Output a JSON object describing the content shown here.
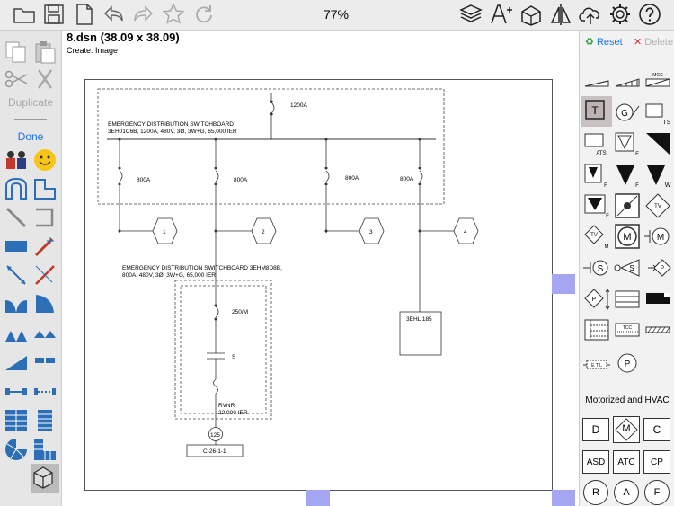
{
  "toolbar": {
    "zoom_level": "77%",
    "left_icons": [
      "folder-icon",
      "save-icon",
      "new-document-icon",
      "undo-icon",
      "redo-icon",
      "favorite-star-icon",
      "refresh-icon"
    ],
    "right_icons": [
      "layers-icon",
      "text-size-icon",
      "insert-box-icon",
      "flip-icon",
      "cloud-upload-icon",
      "gear-icon",
      "help-icon"
    ]
  },
  "document": {
    "title": "8.dsn (38.09 x 38.09)",
    "subtitle": "Create: Image"
  },
  "left_panel": {
    "duplicate_label": "Duplicate",
    "done_label": "Done"
  },
  "diagram": {
    "switchboard1": {
      "line1": "EMERGENCY DISTRIBUTION SWITCHBOARD",
      "line2": "3EH01C6B, 1200A, 480V, 3Ø, 3W+G, 65,000 IER",
      "main_breaker": "1200A",
      "breakers": [
        "800A",
        "800A",
        "800A",
        "800A"
      ],
      "feeders": [
        "1",
        "2",
        "3",
        "4"
      ]
    },
    "switchboard2": {
      "line1": "EMERGENCY DISTRIBUTION SWITCHBOARD 3EHM8D8B,",
      "line2": "800A, 480V, 3Ø, 3W+G, 65,000 IER",
      "breaker": "250/M",
      "contactor": "S",
      "starter_line1": "RVNR",
      "starter_line2": "22,000 IER",
      "motor": "125",
      "motor_label": "C-26-1-1"
    },
    "panel_label": "3EHL 185"
  },
  "right_panel": {
    "reset_label": "Reset",
    "delete_label": "Delete",
    "section_label": "Motorized and HVAC",
    "keys_row1": [
      "D",
      "M",
      "C"
    ],
    "keys_row2": [
      "ASD",
      "ATC",
      "CP"
    ],
    "keys_row3": [
      "R",
      "A",
      "F"
    ],
    "sym_ts": "TS",
    "sym_ats": "ATS",
    "sym_f": "F",
    "sym_w": "W",
    "sym_m": "M",
    "sym_tv": "TV",
    "sym_t": "T",
    "sym_g": "G",
    "sym_p": "P",
    "sym_tcc": "TCC",
    "sym_mcc": "MCC"
  }
}
